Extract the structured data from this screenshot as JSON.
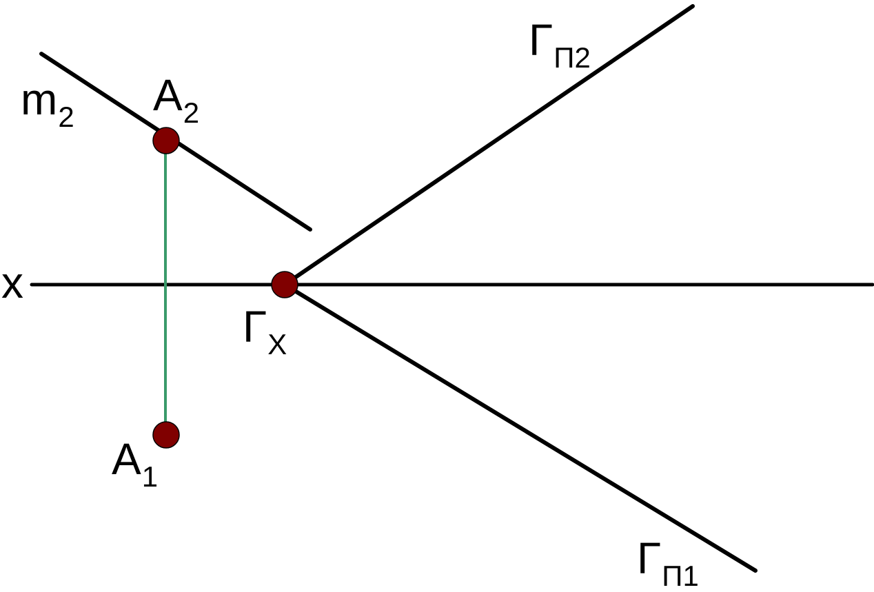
{
  "labels": {
    "m2": {
      "main": "m",
      "sub": "2"
    },
    "a2": {
      "main": "A",
      "sub": "2"
    },
    "a1": {
      "main": "A",
      "sub": "1"
    },
    "x": {
      "main": "x"
    },
    "gx": {
      "main": "Γ",
      "sub": "X"
    },
    "gp2": {
      "main": "Γ",
      "sub": "П2"
    },
    "gp1": {
      "main": "Γ",
      "sub": "П1"
    }
  },
  "colors": {
    "line": "#000000",
    "point_fill": "#800000",
    "projection_link": "#3a9a6a"
  }
}
